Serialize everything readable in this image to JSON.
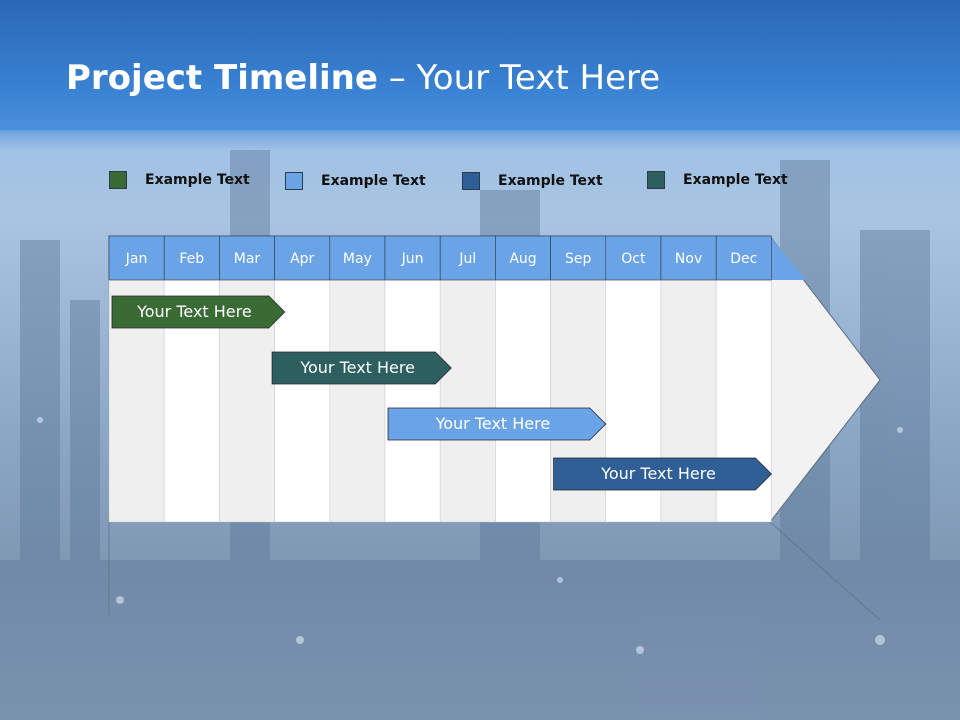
{
  "title": {
    "bold": "Project Timeline",
    "rest": " – Your Text Here"
  },
  "legend": [
    {
      "label": "Example Text",
      "color": "#3a6b35"
    },
    {
      "label": "Example Text",
      "color": "#6aa4e6"
    },
    {
      "label": "Example Text",
      "color": "#2f5f96"
    },
    {
      "label": "Example Text",
      "color": "#2e5f60"
    }
  ],
  "months": [
    "Jan",
    "Feb",
    "Mar",
    "Apr",
    "May",
    "Jun",
    "Jul",
    "Aug",
    "Sep",
    "Oct",
    "Nov",
    "Dec"
  ],
  "colors": {
    "header": "#6aa4e6",
    "stripe_light": "#efefef",
    "stripe_white": "#ffffff",
    "arrow": "#f2f2f2"
  },
  "tasks": [
    {
      "label": "Your  Text Here",
      "color": "#3a6b35",
      "start_month": 1.0,
      "end_month": 4.0
    },
    {
      "label": "Your  Text Here",
      "color": "#2e5f60",
      "start_month": 3.9,
      "end_month": 6.2
    },
    {
      "label": "Your  Text Here",
      "color": "#6aa4e6",
      "start_month": 6.0,
      "end_month": 9.0
    },
    {
      "label": "Your  Text Here",
      "color": "#2f5f96",
      "start_month": 9.0,
      "end_month": 12.0
    }
  ]
}
